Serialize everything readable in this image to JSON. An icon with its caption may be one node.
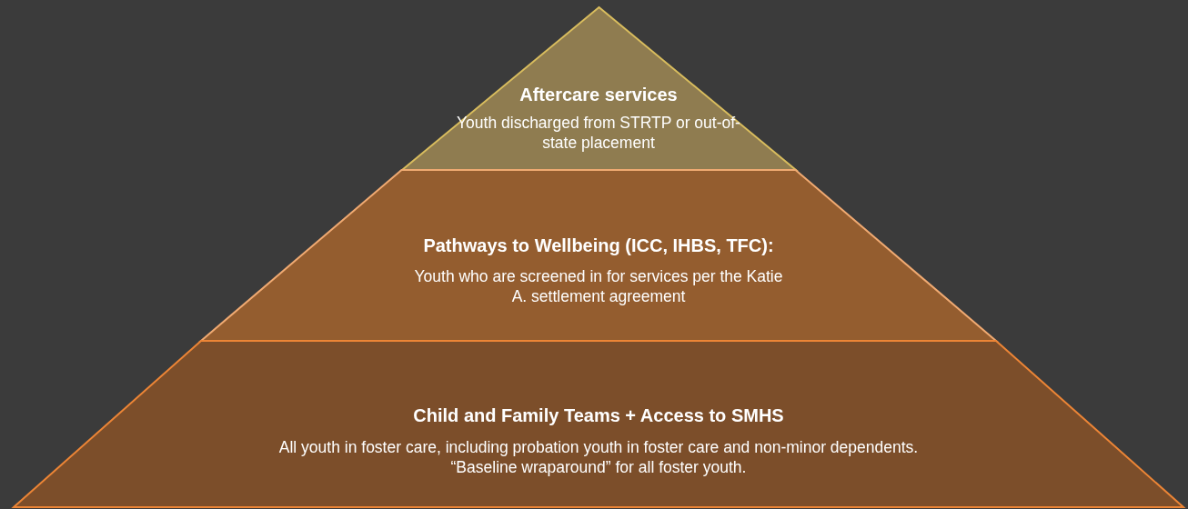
{
  "diagram": {
    "nodes": [
      {
        "text": [
          "Aftercare services",
          "Youth discharged from STRTP or out-of-state placement"
        ]
      },
      {
        "text": [
          "Pathways to Wellbeing (ICC, IHBS, TFC):",
          "Youth who are screened in for services per the Katie A. settlement agreement"
        ]
      },
      {
        "text": [
          "Child and Family Teams + Access to SMHS",
          "All youth in foster care, including probation youth in foster care and non-minor dependents.  “Baseline wraparound” for all foster youth."
        ]
      }
    ]
  }
}
